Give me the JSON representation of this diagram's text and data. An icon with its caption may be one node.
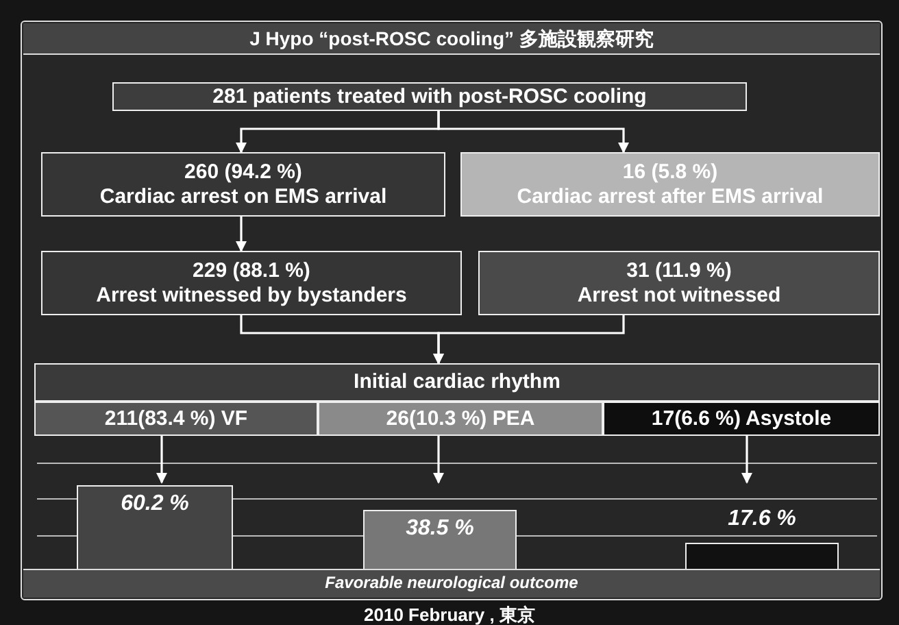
{
  "diagram": {
    "title": "J Hypo “post-ROSC cooling” 多施設観察研究",
    "caption": "2010 February , 東京",
    "nodes": [
      {
        "text": [
          "281 patients treated with post-ROSC cooling"
        ]
      },
      {
        "text": [
          "260 (94.2 %)",
          "Cardiac arrest on EMS arrival"
        ]
      },
      {
        "text": [
          "16 (5.8 %)",
          "Cardiac arrest after EMS arrival"
        ]
      },
      {
        "text": [
          "229 (88.1 %)",
          "Arrest witnessed by bystanders"
        ]
      },
      {
        "text": [
          "31 (11.9 %)",
          "Arrest not witnessed"
        ]
      },
      {
        "text": [
          "Initial cardiac rhythm"
        ]
      },
      {
        "text": [
          "211(83.4 %) VF"
        ]
      },
      {
        "text": [
          "26(10.3 %) PEA"
        ]
      },
      {
        "text": [
          "17(6.6 %) Asystole"
        ]
      },
      {
        "text": [
          "60.2 %"
        ]
      },
      {
        "text": [
          "38.5 %"
        ]
      },
      {
        "text": [],
        "shape": "bar",
        "beside": [
          "17.6 %"
        ]
      }
    ],
    "edges": [
      {
        "from": 0,
        "to": 1,
        "arrow": "to"
      },
      {
        "from": 0,
        "to": 2,
        "arrow": "to"
      },
      {
        "from": 1,
        "to": 3,
        "arrow": "to"
      },
      {
        "from": 3,
        "to": 5,
        "arrow": "to"
      },
      {
        "from": 4,
        "to": 5,
        "arrow": "to"
      },
      {
        "from": 6,
        "to": 9,
        "arrow": "to"
      },
      {
        "from": 7,
        "to": 10,
        "arrow": "to"
      },
      {
        "from": 8,
        "to": 11,
        "arrow": "to"
      }
    ],
    "labels": [
      "Favorable neurological outcome"
    ]
  }
}
